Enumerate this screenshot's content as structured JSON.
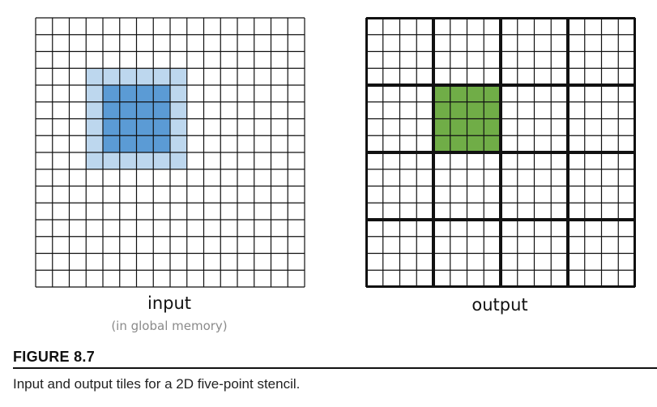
{
  "diagram": {
    "grid_cells": 16,
    "input": {
      "label": "input",
      "sublabel": "(in global memory)",
      "halo": {
        "row_start": 3,
        "row_end": 9,
        "col_start": 3,
        "col_end": 9,
        "color": "#bdd7ee"
      },
      "core": {
        "row_start": 4,
        "row_end": 8,
        "col_start": 4,
        "col_end": 8,
        "color": "#5b9bd5"
      }
    },
    "output": {
      "label": "output",
      "tile_size": 4,
      "highlight": {
        "row_start": 4,
        "row_end": 8,
        "col_start": 4,
        "col_end": 8,
        "color": "#70ad47"
      }
    }
  },
  "figure": {
    "number": "FIGURE 8.7",
    "caption": "Input and output tiles for a 2D five-point stencil."
  }
}
